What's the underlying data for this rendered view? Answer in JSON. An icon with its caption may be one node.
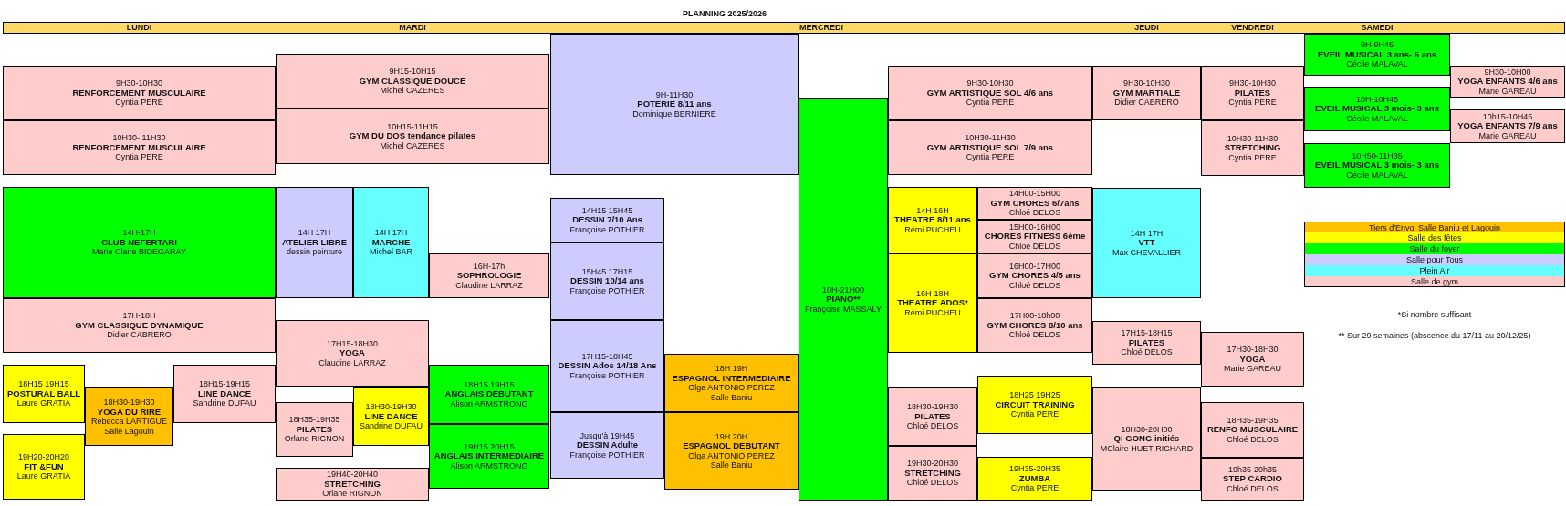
{
  "diagram": {
    "title": "PLANNING 2025/2026",
    "nodes": [
      {
        "text": [
          "9H30-10H30",
          "RENFORCEMENT MUSCULAIRE",
          "Cyntia PERE"
        ]
      },
      {
        "text": [
          "10H30- 11H30",
          "RENFORCEMENT MUSCULAIRE",
          "Cyntia PERE"
        ]
      },
      {
        "text": [
          "14H-17H",
          "CLUB NEFERTARI",
          "Marie Claire BIDEGARAY"
        ]
      },
      {
        "text": [
          "17H-18H",
          "GYM CLASSIQUE DYNAMIQUE",
          "Didier CABRERO"
        ]
      },
      {
        "text": [
          "18H15 19H15",
          "POSTURAL BALL",
          "Laure GRATIA"
        ]
      },
      {
        "text": [
          "18H30-19H30",
          "YOGA DU RIRE",
          "Rebecca LARTIGUE",
          "Salle Lagouin"
        ]
      },
      {
        "text": [
          "18H15-19H15",
          "LINE DANCE",
          "Sandrine DUFAU"
        ]
      },
      {
        "text": [
          "19H20-20H20",
          "FIT &FUN",
          "Laure GRATIA"
        ]
      },
      {
        "text": [
          "9H15-10H15",
          "GYM CLASSIQUE DOUCE",
          "Michel CAZERES"
        ]
      },
      {
        "text": [
          "10H15-11H15",
          "GYM DU DOS tendance pilates",
          "Michel CAZERES"
        ]
      },
      {
        "text": [
          "14H 17H",
          "ATELIER LIBRE",
          "dessin peinture"
        ]
      },
      {
        "text": [
          "14H 17H",
          "MARCHE",
          "Michel BAR"
        ]
      },
      {
        "text": [
          "16H-17h",
          "SOPHROLOGIE",
          "Claudine LARRAZ"
        ]
      },
      {
        "text": [
          "17H15-18H30",
          "YOGA",
          "Claudine LARRAZ"
        ]
      },
      {
        "text": [
          "18H15 19H15",
          "ANGLAIS DEBUTANT",
          "Alison ARMSTRONG"
        ]
      },
      {
        "text": [
          "18H35-19H35",
          "PILATES",
          "Orlane RIGNON"
        ]
      },
      {
        "text": [
          "18H30-19H30",
          "LINE DANCE",
          "Sandrine DUFAU"
        ]
      },
      {
        "text": [
          "19H15 20H15",
          "ANGLAIS INTERMEDIAIRE",
          "Alison ARMSTRONG"
        ]
      },
      {
        "text": [
          "19H40-20H40",
          "STRETCHING",
          "Orlane RIGNON"
        ]
      },
      {
        "text": [
          "9H-11H30",
          "POTERIE 8/11 ans",
          "Dominique BERNIERE"
        ]
      },
      {
        "text": [
          "14H15 15H45",
          "DESSIN 7/10 Ans",
          "Françoise POTHIER"
        ]
      },
      {
        "text": [
          "15H45  17H15",
          "DESSIN 10/14 ans",
          "Françoise POTHIER"
        ]
      },
      {
        "text": [
          "17H15-18H45",
          "DESSIN Ados 14/18 Ans",
          "Françoise POTHIER"
        ]
      },
      {
        "text": [
          "18H 19H",
          "ESPAGNOL INTERMEDIAIRE",
          "Olga ANTONIO PEREZ",
          "Salle Baniu"
        ]
      },
      {
        "text": [
          "Jusqu'à 19H45",
          "DESSIN Adulte",
          "Françoise POTHIER"
        ]
      },
      {
        "text": [
          "19H 20H",
          "ESPAGNOL DEBUTANT",
          "Olga ANTONIO PEREZ",
          "Salle Baniu"
        ]
      },
      {
        "text": [
          "10H-21H00",
          "PIANO**",
          "Françoise MASSALY"
        ]
      },
      {
        "text": [
          "9H30-10H30",
          "GYM ARTISTIQUE SOL 4/6 ans",
          "Cyntia PERE"
        ]
      },
      {
        "text": [
          "10H30-11H30",
          "GYM ARTISTIQUE SOL 7/9 ans",
          "Cyntia PERE"
        ]
      },
      {
        "text": [
          "14H 16H",
          "THEATRE  8/11 ans",
          "Rémi PUCHEU"
        ]
      },
      {
        "text": [
          "14H00-15H00",
          "GYM CHORES 6/7ans",
          "Chloé DELOS"
        ]
      },
      {
        "text": [
          "15H00-16H00",
          "CHORES FITNESS 6ème",
          "Chloé DELOS"
        ]
      },
      {
        "text": [
          "16H-18H",
          "THEATRE ADOS*",
          "Rémi PUCHEU"
        ]
      },
      {
        "text": [
          "16H00-17H00",
          "GYM CHORES 4/5 ans",
          "Chloé DELOS"
        ]
      },
      {
        "text": [
          "17H00-18h00",
          "GYM CHORES 8/10 ans",
          "Chloé DELOS"
        ]
      },
      {
        "text": [
          "18H25 19H25",
          "CIRCUIT TRAINING",
          "Cyntia PERE"
        ]
      },
      {
        "text": [
          "18H30-19H30",
          "PILATES",
          "Chloé DELOS"
        ]
      },
      {
        "text": [
          "19H30-20H30",
          "STRETCHING",
          "Chloé DELOS"
        ]
      },
      {
        "text": [
          "19H35-20H35",
          "ZUMBA",
          "Cyntia PERE"
        ]
      },
      {
        "text": [
          "9H30-10H30",
          "GYM MARTIALE",
          "Didier CABRERO"
        ]
      },
      {
        "text": [
          "14H 17H",
          "VTT",
          "Max CHEVALLIER"
        ]
      },
      {
        "text": [
          "17H15-18H15",
          "PILATES",
          "Chloé DELOS"
        ]
      },
      {
        "text": [
          "18H30-20H00",
          "QI GONG initiés",
          "MClaire HUET RICHARD"
        ]
      },
      {
        "text": [
          "9H30-10H30",
          "PILATES",
          "Cyntia PERE"
        ]
      },
      {
        "text": [
          "10H30-11H30",
          "STRETCHING",
          "Cyntia PERE"
        ]
      },
      {
        "text": [
          "17H30-18H30",
          "YOGA",
          "Marie GAREAU"
        ]
      },
      {
        "text": [
          "18H35-19H35",
          "RENFO MUSCULAIRE",
          "Chloé DELOS"
        ]
      },
      {
        "text": [
          "19h35-20h35",
          "STEP CARDIO",
          "Chloé DELOS"
        ]
      },
      {
        "text": [
          "9H-9H45",
          "EVEIL MUSICAL 3 ans- 5 ans",
          "Cécile MALAVAL"
        ]
      },
      {
        "text": [
          "9H30-10H00",
          "YOGA ENFANTS 4/6 ans",
          "Marie  GAREAU"
        ]
      },
      {
        "text": [
          "10H-10H45",
          "EVEIL MUSICAL 3 mois- 3 ans",
          "Cécile MALAVAL"
        ]
      },
      {
        "text": [
          "10h15-10H45",
          "YOGA ENFANTS 7/9 ans",
          "Marie  GAREAU"
        ]
      },
      {
        "text": [
          "10H50-11H35",
          "EVEIL MUSICAL 3 mois- 3 ans",
          "Cécile MALAVAL"
        ]
      }
    ],
    "labels": [
      "LUNDI",
      "MARDI",
      "MERCREDI",
      "JEUDI",
      "VENDREDI",
      "SAMEDI",
      "*Si nombre suffisant",
      "** Sur 29 semaines (abscence du 17/11 au 20/12/25)"
    ],
    "legend": [
      {
        "text": "Tiers d'Envol Salle Baniu et Lagouin",
        "color": "#ffc000"
      },
      {
        "text": "Salle des fêtes",
        "color": "#ffff00"
      },
      {
        "text": "Salle du foyer",
        "color": "#00ff00"
      },
      {
        "text": "Salle pour Tous",
        "color": "#ccccff"
      },
      {
        "text": "Plein Air",
        "color": "#66ffff"
      },
      {
        "text": "Salle de gym",
        "color": "#ffcccc"
      }
    ]
  }
}
